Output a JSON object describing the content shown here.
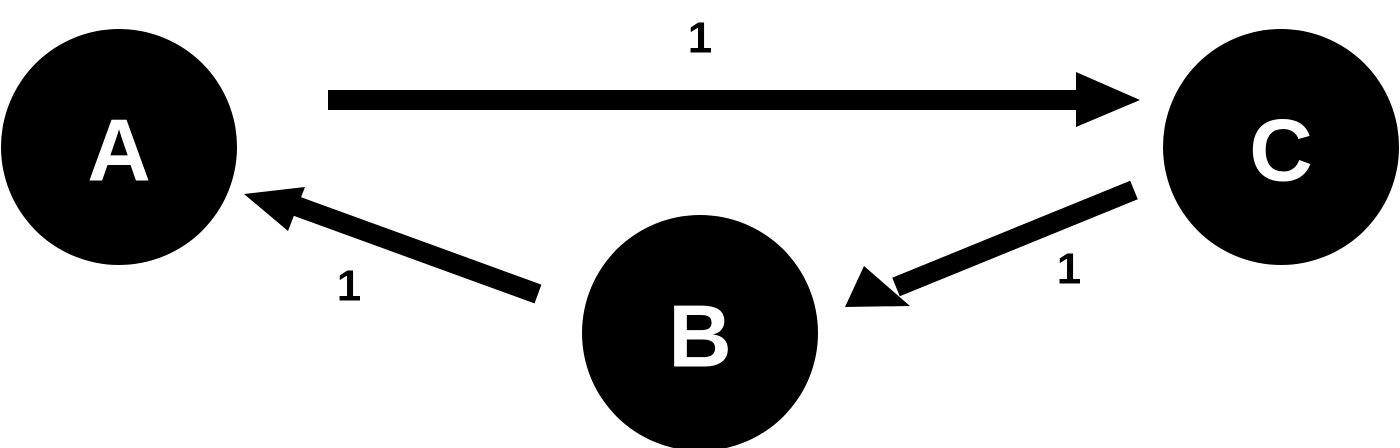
{
  "diagram": {
    "type": "directed-graph",
    "colors": {
      "node_fill": "#000000",
      "node_text": "#ffffff",
      "edge": "#000000",
      "edge_label": "#000000",
      "background": "#ffffff"
    },
    "nodes": {
      "a": {
        "label": "A"
      },
      "b": {
        "label": "B"
      },
      "c": {
        "label": "C"
      }
    },
    "edges": [
      {
        "from": "A",
        "to": "C",
        "weight": "1"
      },
      {
        "from": "C",
        "to": "B",
        "weight": "1"
      },
      {
        "from": "B",
        "to": "A",
        "weight": "1"
      }
    ]
  }
}
